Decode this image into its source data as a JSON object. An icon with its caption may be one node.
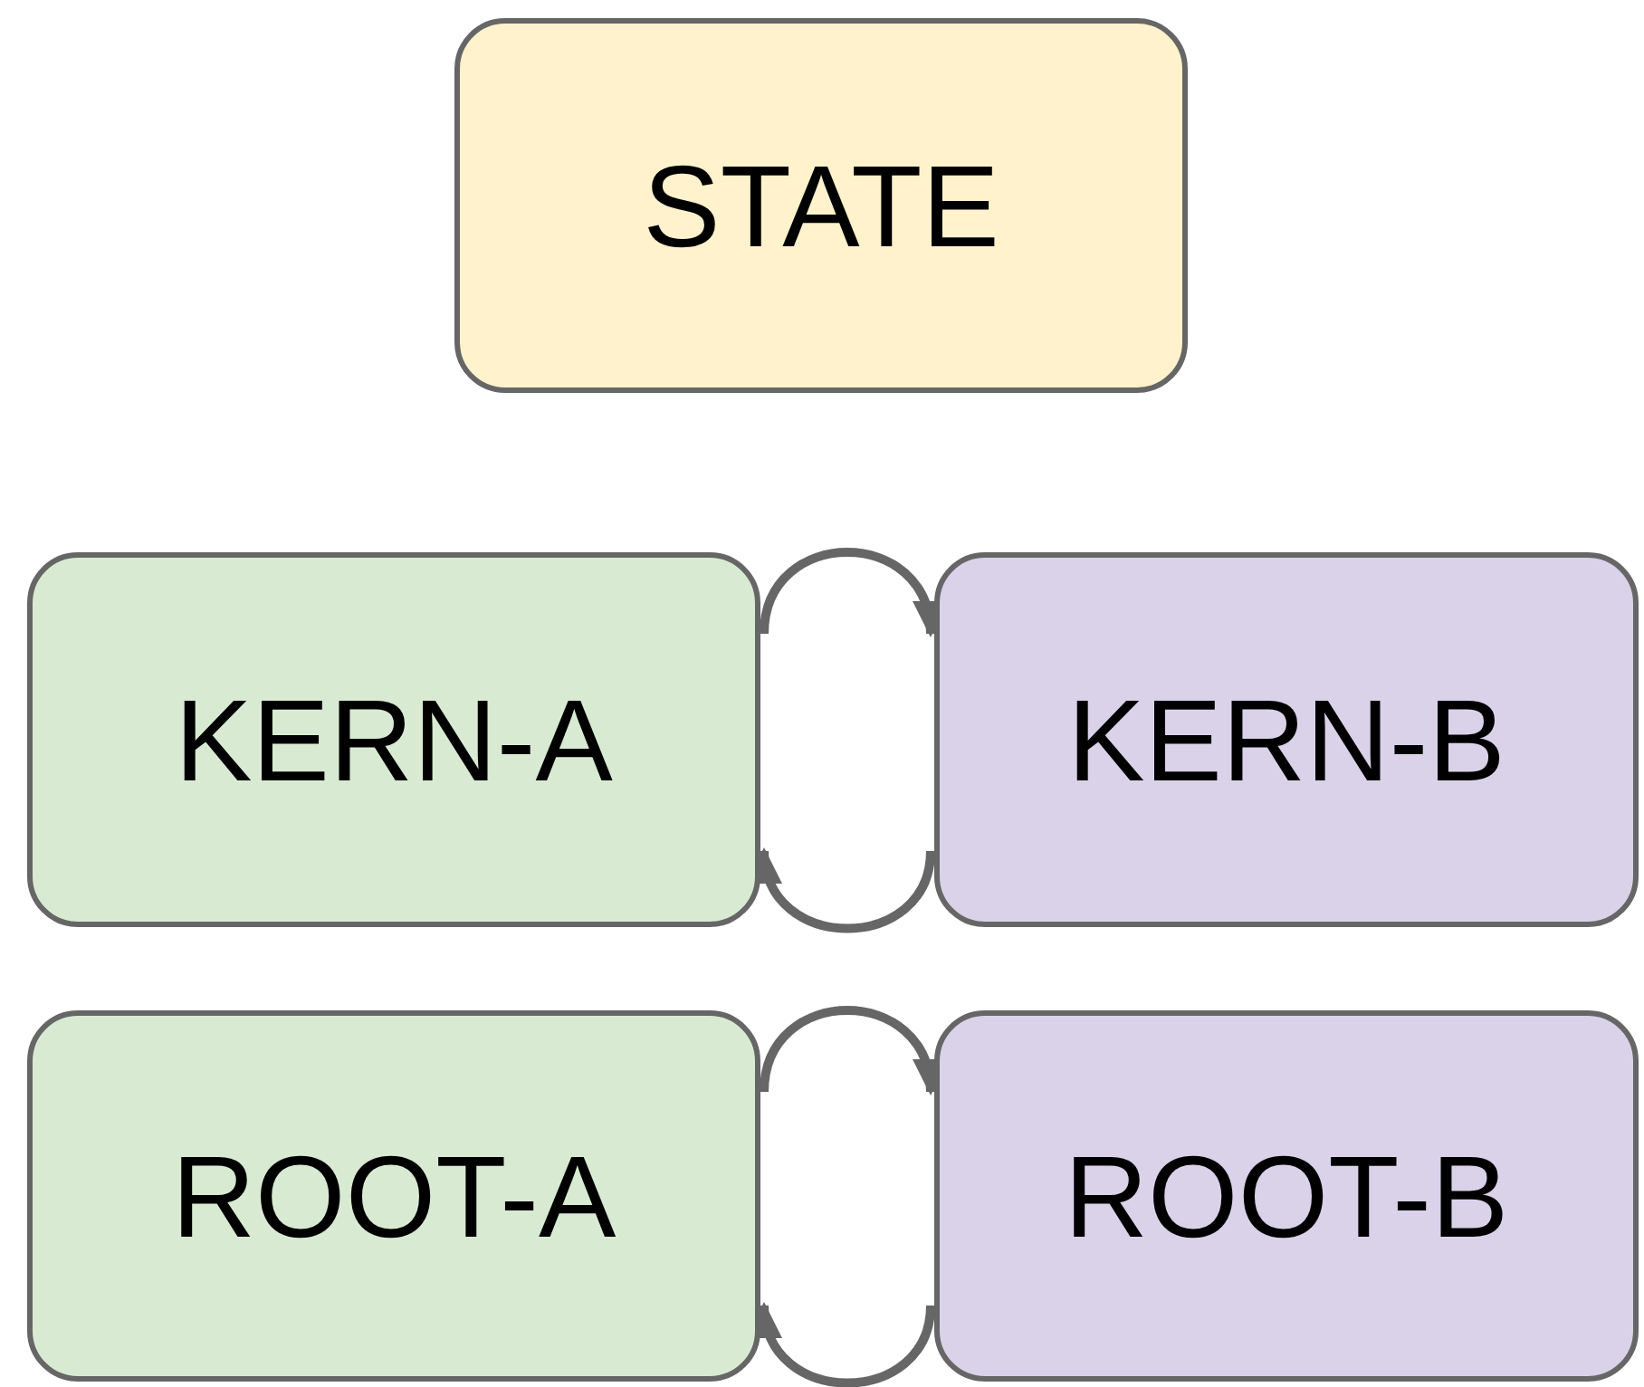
{
  "diagram": {
    "nodes": [
      {
        "text": [
          "STATE"
        ]
      },
      {
        "text": [
          "KERN-A"
        ]
      },
      {
        "text": [
          "KERN-B"
        ]
      },
      {
        "text": [
          "ROOT-A"
        ]
      },
      {
        "text": [
          "ROOT-B"
        ]
      }
    ],
    "edges": [
      {
        "from": 1,
        "to": 2,
        "arrow": "to"
      },
      {
        "from": 2,
        "to": 1,
        "arrow": "to"
      },
      {
        "from": 3,
        "to": 4,
        "arrow": "to"
      },
      {
        "from": 4,
        "to": 3,
        "arrow": "to"
      }
    ]
  }
}
